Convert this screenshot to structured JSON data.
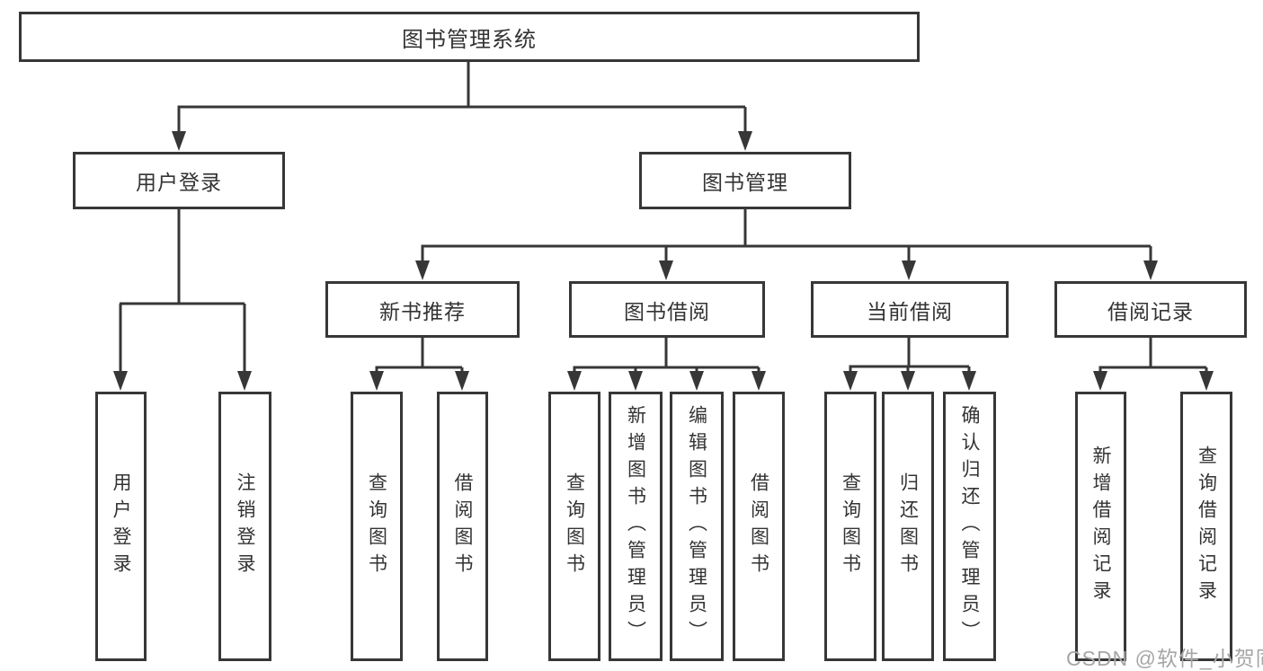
{
  "watermark": "CSDN @软件_小贺同学",
  "colors": {
    "line": "#373737",
    "box_fill": "#ffffff",
    "text": "#333333",
    "watermark": "#a6a6a6"
  },
  "tree": {
    "label": "图书管理系统",
    "children": [
      {
        "label": "用户登录",
        "children": [
          {
            "label": "用户登录"
          },
          {
            "label": "注销登录"
          }
        ]
      },
      {
        "label": "图书管理",
        "children": [
          {
            "label": "新书推荐",
            "children": [
              {
                "label": "查询图书"
              },
              {
                "label": "借阅图书"
              }
            ]
          },
          {
            "label": "图书借阅",
            "children": [
              {
                "label": "查询图书"
              },
              {
                "label": "新增图书（管理员）"
              },
              {
                "label": "编辑图书（管理员）"
              },
              {
                "label": "借阅图书"
              }
            ]
          },
          {
            "label": "当前借阅",
            "children": [
              {
                "label": "查询图书"
              },
              {
                "label": "归还图书"
              },
              {
                "label": "确认归还（管理员）"
              }
            ]
          },
          {
            "label": "借阅记录",
            "children": [
              {
                "label": "新增借阅记录"
              },
              {
                "label": "查询借阅记录"
              }
            ]
          }
        ]
      }
    ]
  }
}
